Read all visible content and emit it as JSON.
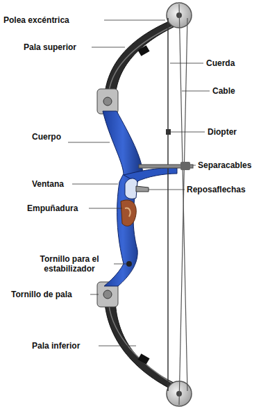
{
  "diagram": {
    "labels": [
      "Polea excéntrica",
      "Pala superior",
      "Cuerda",
      "Cable",
      "Cuerpo",
      "Diopter",
      "Separacables",
      "Ventana",
      "Reposaflechas",
      "Empuñadura",
      "Tornillo para el estabilizador",
      "Tornillo de pala",
      "Pala inferior"
    ]
  }
}
